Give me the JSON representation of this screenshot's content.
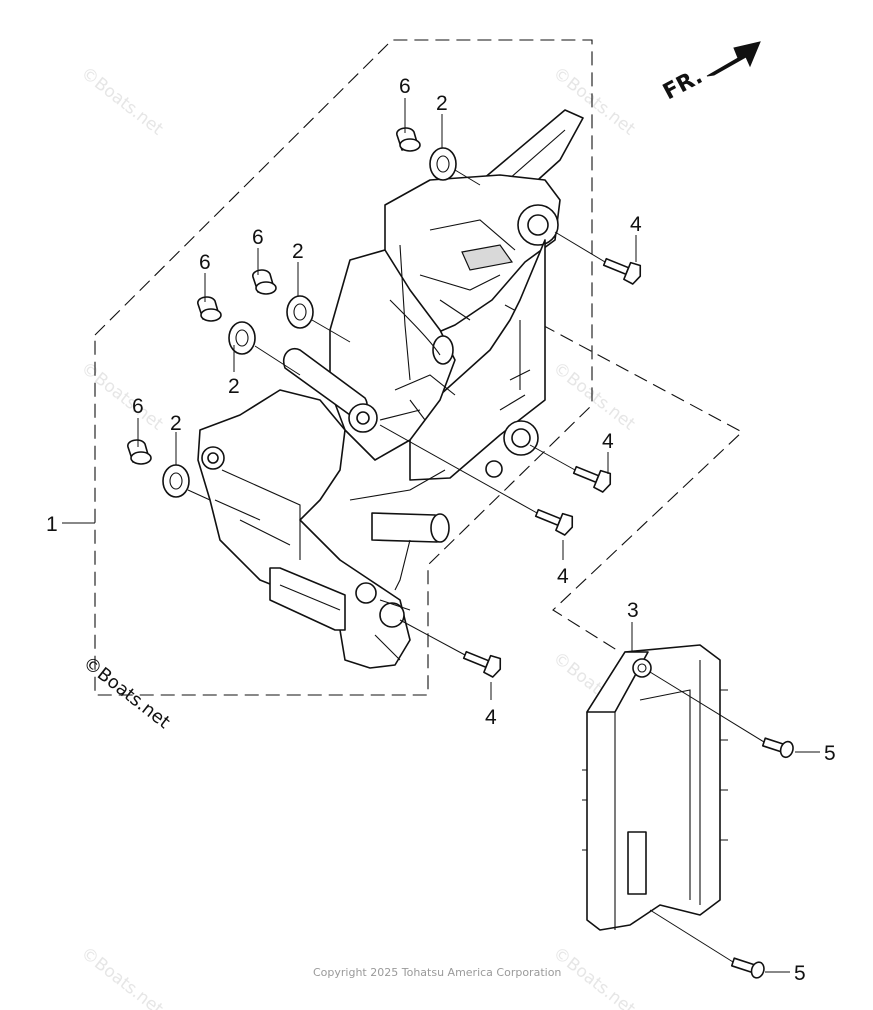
{
  "callouts": {
    "c1": "1",
    "c2a": "2",
    "c2b": "2",
    "c2c": "2",
    "c2d": "2",
    "c3": "3",
    "c4a": "4",
    "c4b": "4",
    "c4c": "4",
    "c4d": "4",
    "c5a": "5",
    "c5b": "5",
    "c6a": "6",
    "c6b": "6",
    "c6c": "6",
    "c6d": "6"
  },
  "direction_label": "FR.",
  "watermark": "©Boats.net",
  "copyright": "Copyright 2025 Tohatsu America Corporation",
  "colors": {
    "line": "#111111",
    "watermark": "#e6e6e6",
    "copyright": "#9a9a9a"
  }
}
